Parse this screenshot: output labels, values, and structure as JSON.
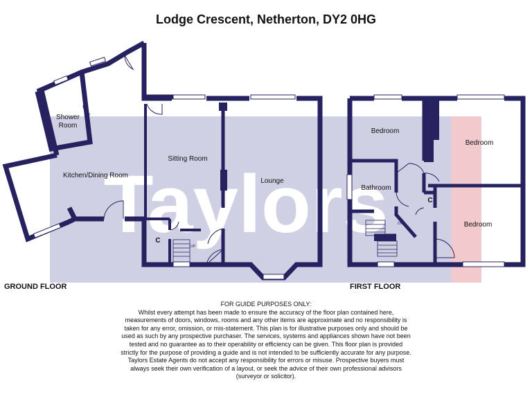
{
  "title": "Lodge Crescent, Netherton, DY2 0HG",
  "watermark": "Taylors",
  "floors": {
    "ground": "GROUND FLOOR",
    "first": "FIRST FLOOR"
  },
  "rooms": {
    "shower": [
      "Shower",
      "Room"
    ],
    "kitchen": "Kitchen/Dining Room",
    "sitting": "Sitting Room",
    "lounge": "Lounge",
    "c_ground": "C",
    "bedroom_left": "Bedroom",
    "bathroom": "Bathroom",
    "bedroom_top_right": "Bedroom",
    "bedroom_bottom_right": "Bedroom",
    "c_first": "C"
  },
  "stairs": {
    "up": "UP",
    "down": "DN"
  },
  "disclaimer": {
    "heading": "FOR GUIDE PURPOSES ONLY:",
    "lines": [
      "Whilst every attempt has been made to ensure the accuracy of the floor plan contained here,",
      "measurements of doors, windows, rooms and any other items are approximate and no responsibility is",
      "taken for any error, omission, or mis-statement. This plan is for illustrative purposes only and should be",
      "used as such by any prospective purchaser. The services, systems and appliances shown have not been",
      "tested and no guarantee as to their operability or efficiency can be given. This floor plan is provided",
      "strictly for the purpose of providing a guide and is not intended to be sufficiently accurate for any purpose.",
      "Taylors Estate Agents do not accept any responsibility for errors or misuse. Prospective buyers must",
      "always seek their own verification of a layout, or seek the advice of their own professional advisors",
      "(surveyor or solicitor)."
    ]
  },
  "colors": {
    "wall": "#25225f",
    "watermark_band": "#cfd0e4",
    "watermark_text": "#ffffff",
    "highlight": "#f2c9cd"
  }
}
